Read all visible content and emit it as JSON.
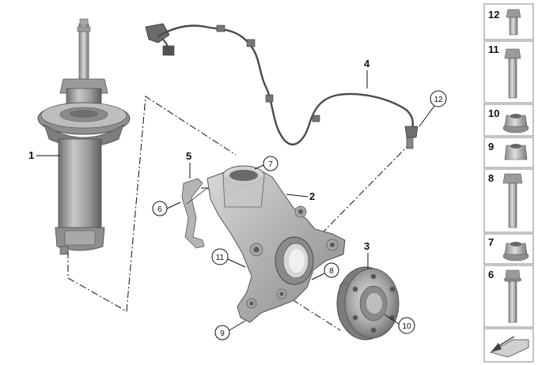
{
  "diagram": {
    "callouts": [
      {
        "id": "1",
        "label": "1"
      },
      {
        "id": "2",
        "label": "2"
      },
      {
        "id": "3",
        "label": "3"
      },
      {
        "id": "4",
        "label": "4"
      },
      {
        "id": "5",
        "label": "5"
      },
      {
        "id": "6",
        "label": "6"
      },
      {
        "id": "7",
        "label": "7"
      },
      {
        "id": "8",
        "label": "8"
      },
      {
        "id": "9",
        "label": "9"
      },
      {
        "id": "10",
        "label": "10"
      },
      {
        "id": "11",
        "label": "11"
      },
      {
        "id": "12",
        "label": "12"
      }
    ]
  },
  "sidebar": {
    "items": [
      {
        "label": "12",
        "icon": "hex-bolt-short-icon"
      },
      {
        "label": "11",
        "icon": "hex-bolt-long-icon"
      },
      {
        "label": "10",
        "icon": "collar-nut-icon"
      },
      {
        "label": "9",
        "icon": "self-locking-nut-icon"
      },
      {
        "label": "8",
        "icon": "hex-bolt-icon"
      },
      {
        "label": "7",
        "icon": "hex-nut-icon"
      },
      {
        "label": "6",
        "icon": "flange-bolt-icon"
      }
    ],
    "footer_icon": "diagram-arrow-icon"
  },
  "colors": {
    "part_light": "#e4e4e4",
    "part_mid": "#b9b9b9",
    "part_dark": "#7d7d7d",
    "outline": "#555555"
  }
}
